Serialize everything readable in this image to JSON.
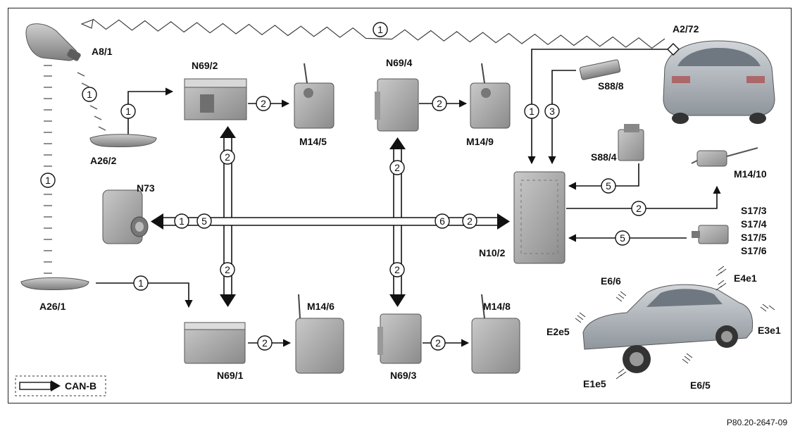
{
  "labels": {
    "a8_1": "A8/1",
    "a2_72": "A2/72",
    "n69_2": "N69/2",
    "n69_4": "N69/4",
    "s88_8": "S88/8",
    "m14_5": "M14/5",
    "m14_9": "M14/9",
    "a26_2": "A26/2",
    "s88_4": "S88/4",
    "m14_10": "M14/10",
    "n73": "N73",
    "s17_3": "S17/3",
    "s17_4": "S17/4",
    "s17_5": "S17/5",
    "s17_6": "S17/6",
    "n10_2": "N10/2",
    "a26_1": "A26/1",
    "m14_6": "M14/6",
    "m14_8": "M14/8",
    "n69_1": "N69/1",
    "n69_3": "N69/3",
    "e6_6": "E6/6",
    "e4e1": "E4e1",
    "e2e5": "E2e5",
    "e3e1": "E3e1",
    "e1e5": "E1e5",
    "e6_5": "E6/5"
  },
  "markers": {
    "m1": "1",
    "m2": "2",
    "m3": "3",
    "m5": "5",
    "m6": "6"
  },
  "legend": {
    "canb": "CAN-B"
  },
  "reference": "P80.20-2647-09"
}
